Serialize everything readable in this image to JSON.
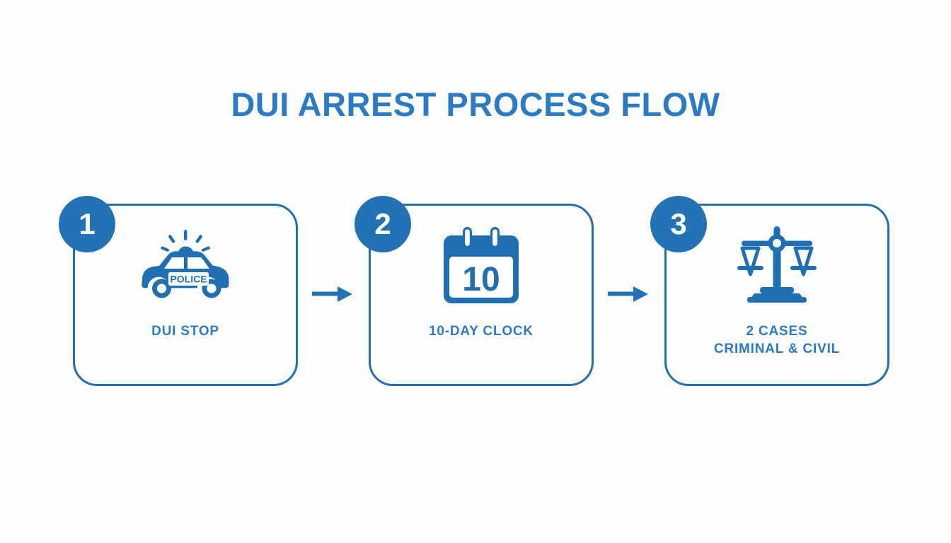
{
  "title": "DUI ARREST PROCESS FLOW",
  "colors": {
    "background": "#fdfdfe",
    "title_blue": "#2b7bc4",
    "card_border": "#1f6fb2",
    "badge_fill": "#2272b5",
    "icon_blue": "#1f6fb2",
    "label_blue": "#2b7bc4",
    "arrow_blue": "#2272b5",
    "badge_text": "#ffffff"
  },
  "steps": [
    {
      "number": "1",
      "icon": "police-car-icon",
      "icon_text": "POLICE",
      "label_line1": "DUI STOP",
      "label_line2": ""
    },
    {
      "number": "2",
      "icon": "calendar-icon",
      "icon_text": "10",
      "label_line1": "10-DAY CLOCK",
      "label_line2": ""
    },
    {
      "number": "3",
      "icon": "balance-scales-icon",
      "icon_text": "",
      "label_line1": "2 CASES",
      "label_line2": "CRIMINAL & CIVIL"
    }
  ],
  "connectors": [
    {
      "name": "arrow-step1-to-step2",
      "direction": "right"
    },
    {
      "name": "arrow-step2-to-step3",
      "direction": "right"
    }
  ]
}
